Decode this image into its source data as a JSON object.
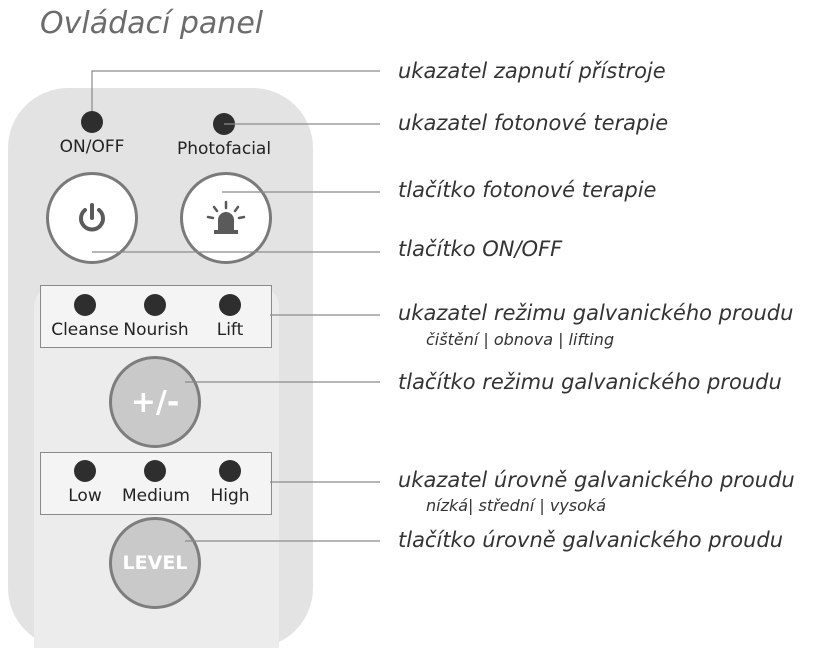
{
  "title": "Ovládací panel",
  "indicators": {
    "on_off": "ON/OFF",
    "photofacial": "Photofacial"
  },
  "mode_indicators": [
    "Cleanse",
    "Nourish",
    "Lift"
  ],
  "level_indicators": [
    "Low",
    "Medium",
    "High"
  ],
  "buttons": {
    "mode": "+/-",
    "level": "LEVEL"
  },
  "callouts": {
    "power_indicator": "ukazatel zapnutí přístroje",
    "photon_indicator": "ukazatel fotonové terapie",
    "photon_button": "tlačítko fotonové terapie",
    "onoff_button": "tlačítko ON/OFF",
    "mode_indicator": "ukazatel režimu galvanického proudu",
    "mode_indicator_sub": "čištění | obnova | lifting",
    "mode_button": "tlačítko režimu galvanického proudu",
    "level_indicator": "ukazatel úrovně galvanického proudu",
    "level_indicator_sub": "nízká| střední | vysoká",
    "level_button": "tlačítko úrovně galvanického proudu"
  },
  "colors": {
    "remote_body": "#e3e3e3",
    "led": "#2e2e2e",
    "button_border": "#7a7a7a"
  }
}
